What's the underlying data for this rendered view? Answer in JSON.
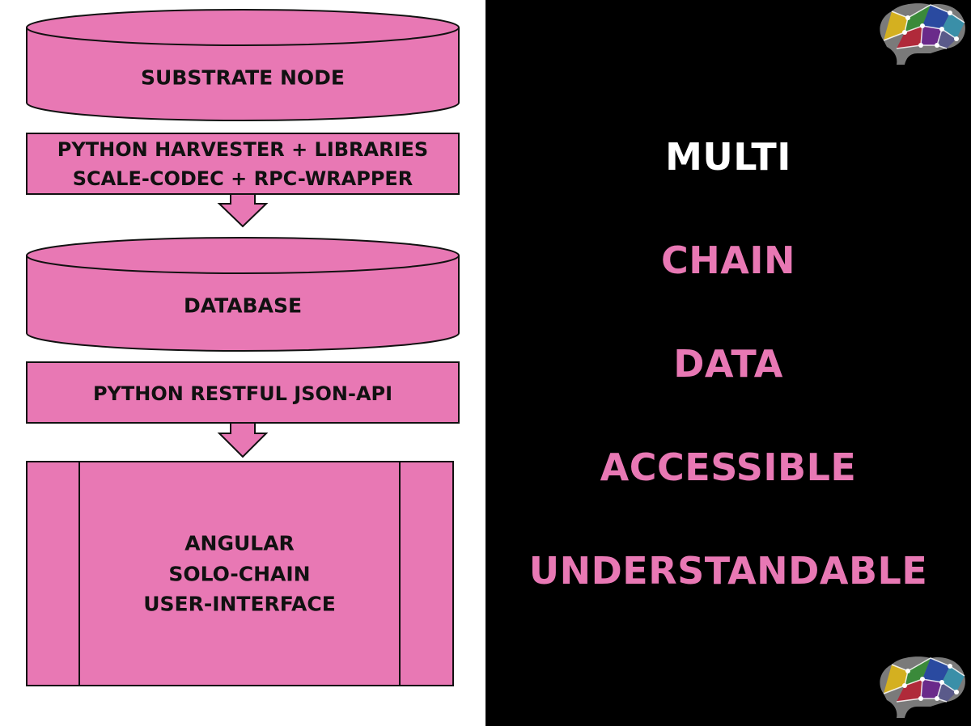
{
  "diagram": {
    "substrate_node": "SUBSTRATE NODE",
    "harvester_line1": "PYTHON HARVESTER + LIBRARIES",
    "harvester_line2": "SCALE-CODEC + RPC-WRAPPER",
    "database": "DATABASE",
    "api": "PYTHON RESTFUL JSON-API",
    "ui_line1": "ANGULAR",
    "ui_line2": "SOLO-CHAIN",
    "ui_line3": "USER-INTERFACE"
  },
  "words": {
    "multi": "MULTI",
    "chain": "CHAIN",
    "data": "DATA",
    "accessible": "ACCESSIBLE",
    "understandable": "UNDERSTANDABLE"
  },
  "colors": {
    "pink": "#e878b4",
    "white": "#ffffff",
    "black": "#000000"
  },
  "icons": {
    "top_logo": "brain-logo-icon",
    "bottom_logo": "brain-logo-icon"
  }
}
